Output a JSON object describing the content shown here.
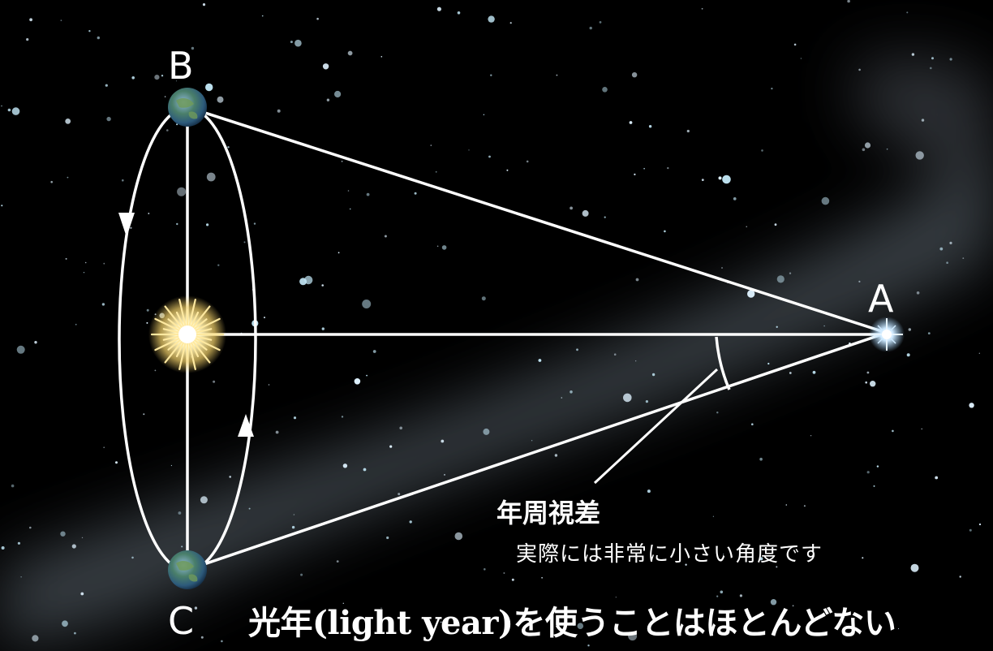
{
  "diagram": {
    "points": {
      "a": "A",
      "b": "B",
      "c": "C"
    },
    "parallax": {
      "title": "年周視差",
      "note": "実際には非常に小さい角度です"
    },
    "caption": "光年(light year)を使うことはほとんどない"
  },
  "colors": {
    "background": "#000000",
    "lines": "#ffffff",
    "text": "#ffffff",
    "star_glow": "#9fd4ff",
    "sun_core": "#fff7c8",
    "earth": "#4a7f6a"
  },
  "icons": {
    "sun": "sun-icon",
    "earth": "earth-icon",
    "star": "star-icon",
    "orbit_arrow": "arrow-icon"
  }
}
